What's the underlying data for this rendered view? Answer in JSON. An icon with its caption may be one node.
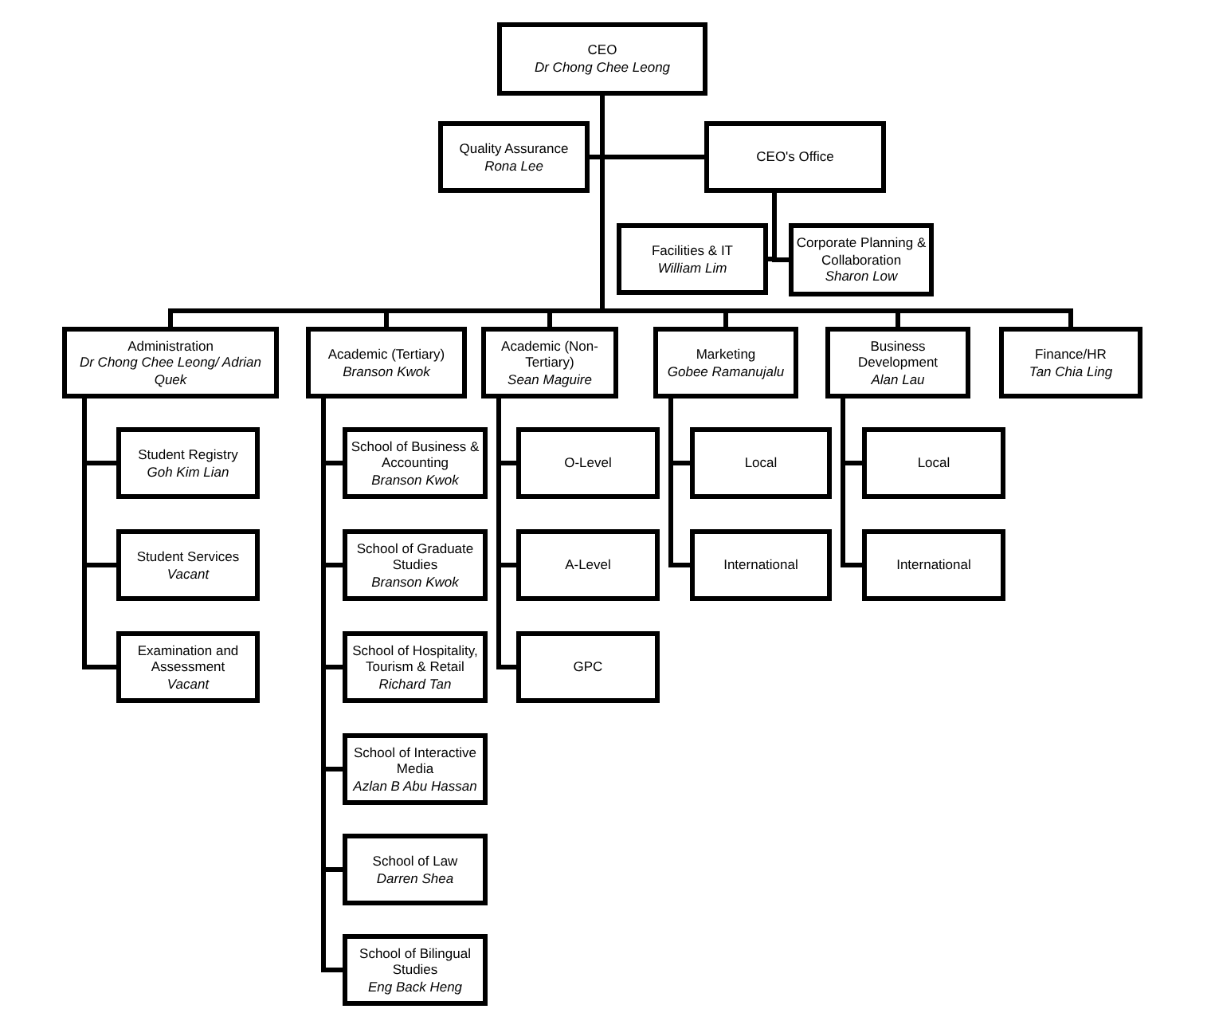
{
  "diagram": {
    "nodes": [
      {
        "text": [
          "CEO",
          "Dr Chong Chee Leong"
        ]
      },
      {
        "text": [
          "Quality Assurance",
          "Rona Lee"
        ]
      },
      {
        "text": [
          "CEO's Office"
        ]
      },
      {
        "text": [
          "Facilities & IT",
          "William Lim"
        ]
      },
      {
        "text": [
          "Corporate Planning & Collaboration",
          "Sharon Low"
        ]
      },
      {
        "text": [
          "Administration",
          "Dr Chong Chee Leong/ Adrian Quek"
        ]
      },
      {
        "text": [
          "Academic (Tertiary)",
          "Branson Kwok"
        ]
      },
      {
        "text": [
          "Academic (Non-Tertiary)",
          "Sean Maguire"
        ]
      },
      {
        "text": [
          "Marketing",
          "Gobee Ramanujalu"
        ]
      },
      {
        "text": [
          "Business Development",
          "Alan Lau"
        ]
      },
      {
        "text": [
          "Finance/HR",
          "Tan Chia Ling"
        ]
      },
      {
        "text": [
          "Student Registry",
          "Goh Kim Lian"
        ]
      },
      {
        "text": [
          "Student Services",
          "Vacant"
        ]
      },
      {
        "text": [
          "Examination and Assessment",
          "Vacant"
        ]
      },
      {
        "text": [
          "School of Business & Accounting",
          "Branson Kwok"
        ]
      },
      {
        "text": [
          "School of Graduate Studies",
          "Branson Kwok"
        ]
      },
      {
        "text": [
          "School of Hospitality, Tourism & Retail",
          "Richard Tan"
        ]
      },
      {
        "text": [
          "School of Interactive Media",
          "Azlan B Abu Hassan"
        ]
      },
      {
        "text": [
          "School of Law",
          "Darren Shea"
        ]
      },
      {
        "text": [
          "School of Bilingual Studies",
          "Eng Back Heng"
        ]
      },
      {
        "text": [
          "O-Level"
        ]
      },
      {
        "text": [
          "A-Level"
        ]
      },
      {
        "text": [
          "GPC"
        ]
      },
      {
        "text": [
          "Local"
        ]
      },
      {
        "text": [
          "International"
        ]
      },
      {
        "text": [
          "Local"
        ]
      },
      {
        "text": [
          "International"
        ]
      }
    ],
    "edges": [
      {
        "from": 0,
        "to": 1,
        "arrow": "none"
      },
      {
        "from": 0,
        "to": 2,
        "arrow": "none"
      },
      {
        "from": 2,
        "to": 3,
        "arrow": "none"
      },
      {
        "from": 2,
        "to": 4,
        "arrow": "none"
      },
      {
        "from": 0,
        "to": 5,
        "arrow": "none"
      },
      {
        "from": 0,
        "to": 6,
        "arrow": "none"
      },
      {
        "from": 0,
        "to": 7,
        "arrow": "none"
      },
      {
        "from": 0,
        "to": 8,
        "arrow": "none"
      },
      {
        "from": 0,
        "to": 9,
        "arrow": "none"
      },
      {
        "from": 0,
        "to": 10,
        "arrow": "none"
      },
      {
        "from": 5,
        "to": 11,
        "arrow": "none"
      },
      {
        "from": 5,
        "to": 12,
        "arrow": "none"
      },
      {
        "from": 5,
        "to": 13,
        "arrow": "none"
      },
      {
        "from": 6,
        "to": 14,
        "arrow": "none"
      },
      {
        "from": 6,
        "to": 15,
        "arrow": "none"
      },
      {
        "from": 6,
        "to": 16,
        "arrow": "none"
      },
      {
        "from": 6,
        "to": 17,
        "arrow": "none"
      },
      {
        "from": 6,
        "to": 18,
        "arrow": "none"
      },
      {
        "from": 6,
        "to": 19,
        "arrow": "none"
      },
      {
        "from": 7,
        "to": 20,
        "arrow": "none"
      },
      {
        "from": 7,
        "to": 21,
        "arrow": "none"
      },
      {
        "from": 7,
        "to": 22,
        "arrow": "none"
      },
      {
        "from": 8,
        "to": 23,
        "arrow": "none"
      },
      {
        "from": 8,
        "to": 24,
        "arrow": "none"
      },
      {
        "from": 9,
        "to": 25,
        "arrow": "none"
      },
      {
        "from": 9,
        "to": 26,
        "arrow": "none"
      }
    ]
  }
}
